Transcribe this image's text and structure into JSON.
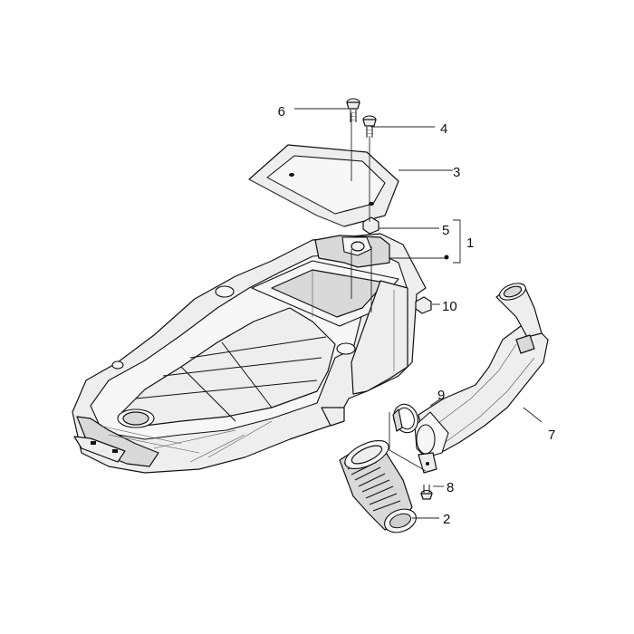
{
  "callouts": [
    {
      "id": "c6",
      "text": "6"
    },
    {
      "id": "c4",
      "text": "4"
    },
    {
      "id": "c3",
      "text": "3"
    },
    {
      "id": "c5",
      "text": "5"
    },
    {
      "id": "c1",
      "text": "1"
    },
    {
      "id": "c10",
      "text": "10"
    },
    {
      "id": "c9",
      "text": "9"
    },
    {
      "id": "c7",
      "text": "7"
    },
    {
      "id": "c8",
      "text": "8"
    },
    {
      "id": "c2",
      "text": "2"
    }
  ]
}
